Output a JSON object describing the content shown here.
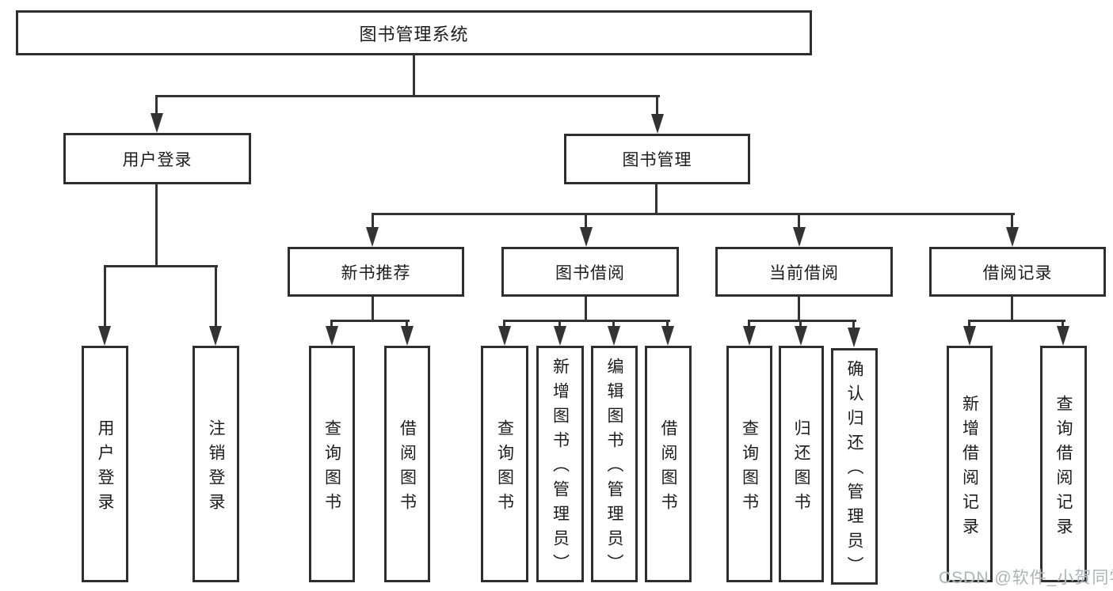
{
  "diagram": {
    "title": "图书管理系统",
    "root": {
      "label": "图书管理系统"
    },
    "level2": {
      "user_login": {
        "label": "用户登录"
      },
      "book_management": {
        "label": "图书管理"
      }
    },
    "level3": {
      "new_book_recommend": {
        "label": "新书推荐"
      },
      "book_borrow": {
        "label": "图书借阅"
      },
      "current_borrow": {
        "label": "当前借阅"
      },
      "borrow_records": {
        "label": "借阅记录"
      }
    },
    "leaves": {
      "user_login_leaf": {
        "label": "用户登录"
      },
      "logout_leaf": {
        "label": "注销登录"
      },
      "recommend_query_books": {
        "label": "查询图书"
      },
      "recommend_borrow_books": {
        "label": "借阅图书"
      },
      "borrow_query_books": {
        "label": "查询图书"
      },
      "borrow_add_books_admin": {
        "label": "新增图书（管理员）"
      },
      "borrow_edit_books_admin": {
        "label": "编辑图书（管理员）"
      },
      "borrow_borrow_books": {
        "label": "借阅图书"
      },
      "current_query_books": {
        "label": "查询图书"
      },
      "current_return_books": {
        "label": "归还图书"
      },
      "current_confirm_return_admin": {
        "label": "确认归还（管理员）"
      },
      "records_add_record": {
        "label": "新增借阅记录"
      },
      "records_query_record": {
        "label": "查询借阅记录"
      }
    },
    "colors": {
      "line": "#333333",
      "box_border": "#2e2e2e",
      "text": "#1c1c1c",
      "watermark": "#a8abb0"
    }
  },
  "watermark": {
    "text": "CSDN @软件_小贺同学"
  }
}
